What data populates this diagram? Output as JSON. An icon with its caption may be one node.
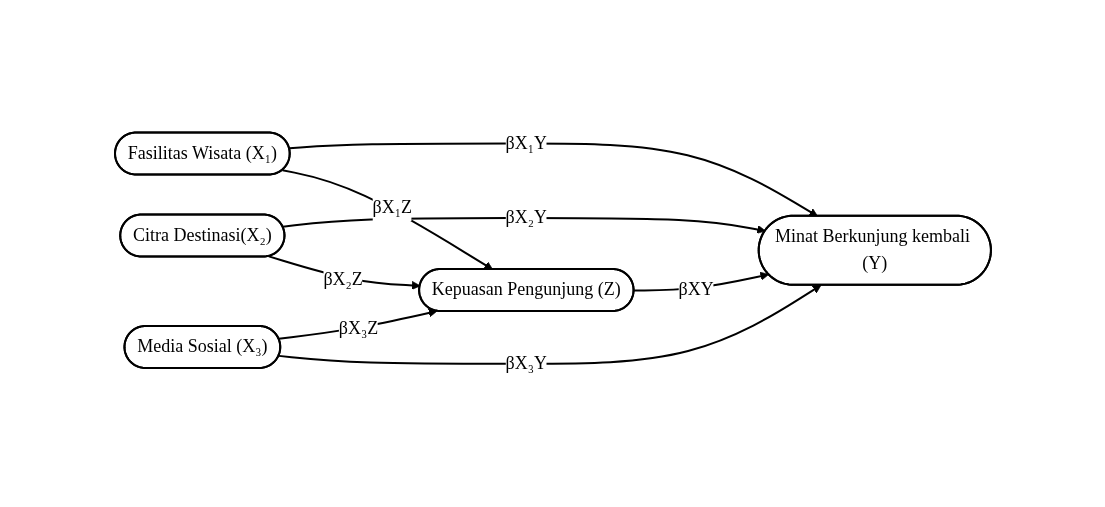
{
  "diagram": {
    "nodes": [
      {
        "text": [
          "Fasilitas Wisata (X₁)"
        ]
      },
      {
        "text": [
          "Citra Destinasi(X₂)"
        ]
      },
      {
        "text": [
          "Media Sosial (X₃)"
        ]
      },
      {
        "text": [
          "Kepuasan Pengunjung (Z)"
        ]
      },
      {
        "text": [
          "Minat Berkunjung kembali (Y)"
        ]
      }
    ],
    "edges": [
      {
        "from": 1,
        "to": 4,
        "arrow": "to",
        "label": "βX₂Y"
      },
      {
        "from": 0,
        "to": 4,
        "arrow": "to",
        "label": "βX₁Y"
      },
      {
        "from": 0,
        "to": 3,
        "arrow": "to",
        "label": "βX₁Z"
      },
      {
        "from": 1,
        "to": 3,
        "arrow": "to",
        "label": "βX₂Z"
      },
      {
        "from": 3,
        "to": 4,
        "arrow": "to",
        "label": "βXY"
      },
      {
        "from": 2,
        "to": 3,
        "arrow": "to",
        "label": "βX₃Z"
      },
      {
        "from": 2,
        "to": 4,
        "arrow": "to",
        "label": "βX₃Y"
      }
    ]
  }
}
